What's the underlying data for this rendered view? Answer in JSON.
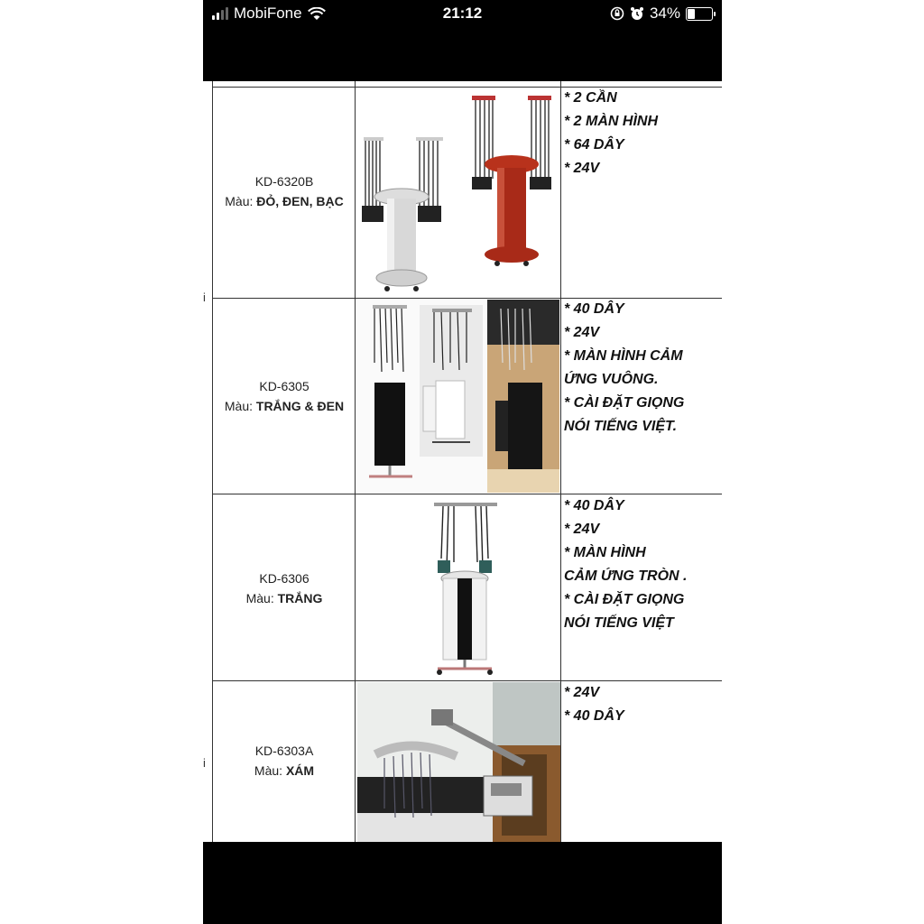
{
  "status_bar": {
    "carrier": "MobiFone",
    "time": "21:12",
    "battery": "34%",
    "battery_level": 0.34
  },
  "rows": [
    {
      "model": "KD-6320B",
      "color_label": "Màu: ",
      "color_value": "ĐỎ, ĐEN, BẠC",
      "specs": [
        "* 2 CẦN",
        "* 2 MÀN HÌNH",
        "* 64 DÂY",
        "* 24V"
      ],
      "image_icon": "dual-arm-hair-machine-image"
    },
    {
      "model": "KD-6305",
      "color_label": "Màu: ",
      "color_value": "TRẮNG & ĐEN",
      "specs": [
        "* 40 DÂY",
        "* 24V",
        "* MÀN HÌNH CẢM",
        "ỨNG VUÔNG.",
        "* CÀI ĐẶT GIỌNG",
        "NÓI TIẾNG VIỆT."
      ],
      "image_icon": "cabinet-hair-machine-image"
    },
    {
      "model": "KD-6306",
      "color_label": "Màu: ",
      "color_value": "TRẮNG",
      "specs": [
        "* 40 DÂY",
        "* 24V",
        "* MÀN HÌNH",
        "CẢM ỨNG TRÒN .",
        "* CÀI ĐẶT GIỌNG",
        "NÓI TIẾNG VIỆT"
      ],
      "image_icon": "round-tower-hair-machine-image"
    },
    {
      "model": "KD-6303A",
      "color_label": "Màu: ",
      "color_value": "XÁM",
      "specs": [
        "* 24V",
        "* 40  DÂY"
      ],
      "image_icon": "wall-mounted-hair-machine-image"
    }
  ],
  "edge_marks": [
    "i",
    "i"
  ]
}
